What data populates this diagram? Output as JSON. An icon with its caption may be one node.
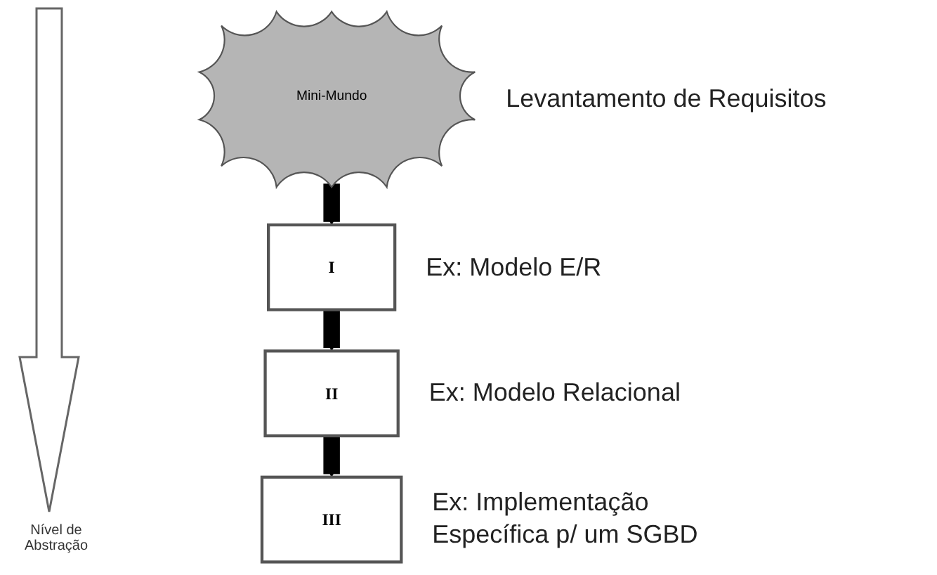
{
  "diagram": {
    "nodes": [
      {
        "text": [
          "Mini-Mundo"
        ],
        "beside": [
          "Levantamento de Requisitos"
        ]
      },
      {
        "text": [
          "I"
        ],
        "beside": [
          "Ex: Modelo E/R"
        ]
      },
      {
        "text": [
          "II"
        ],
        "beside": [
          "Ex: Modelo Relacional"
        ]
      },
      {
        "text": [
          "III"
        ],
        "beside": [
          "Ex: Implementação Específica p/ um SGBD"
        ]
      }
    ],
    "edges": [
      {
        "from": 0,
        "to": 1,
        "arrow": "to"
      },
      {
        "from": 1,
        "to": 2,
        "arrow": "to"
      },
      {
        "from": 2,
        "to": 3,
        "arrow": "to"
      }
    ],
    "labels": [
      "Nível de Abstração"
    ]
  }
}
